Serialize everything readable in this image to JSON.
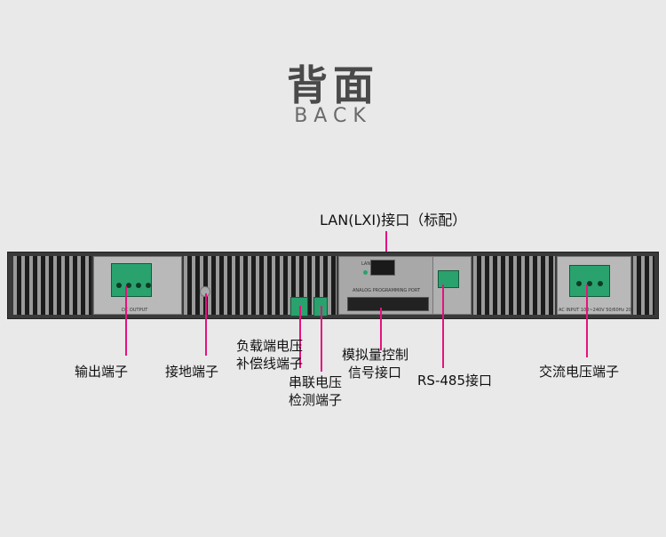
{
  "header": {
    "title": "背面",
    "subtitle": "BACK"
  },
  "callouts": {
    "lan": "LAN(LXI)接口（标配）",
    "output": "输出端子",
    "ground": "接地端子",
    "load_sense_1": "负载端电压",
    "load_sense_2": "补偿线端子",
    "series_1": "串联电压",
    "series_2": "检测端子",
    "analog_1": "模拟量控制",
    "analog_2": "信号接口",
    "rs485": "RS-485接口",
    "ac": "交流电压端子"
  },
  "panel_text": {
    "lan_tag": "LAN",
    "analog_port": "ANALOG PROGRAMMING PORT",
    "dc_output": "DC OUTPUT",
    "ac_input": "AC INPUT 100~240V 50/60Hz 20A"
  },
  "colors": {
    "callout": "#e5137e",
    "terminal": "#2aa26d",
    "background": "#e9e9e9"
  }
}
